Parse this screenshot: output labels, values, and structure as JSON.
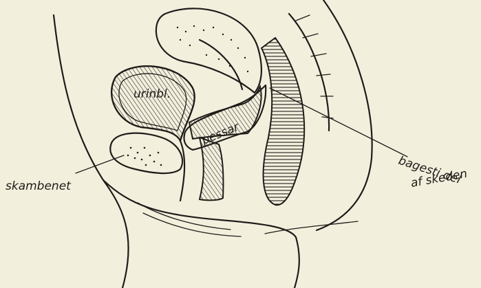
{
  "labels": {
    "bladder": "urinbl.",
    "pessary": "pessar",
    "pubic_bone": "skambenet",
    "posterior_part_line1": "bagesti del",
    "posterior_part_line2": "af skeden"
  }
}
